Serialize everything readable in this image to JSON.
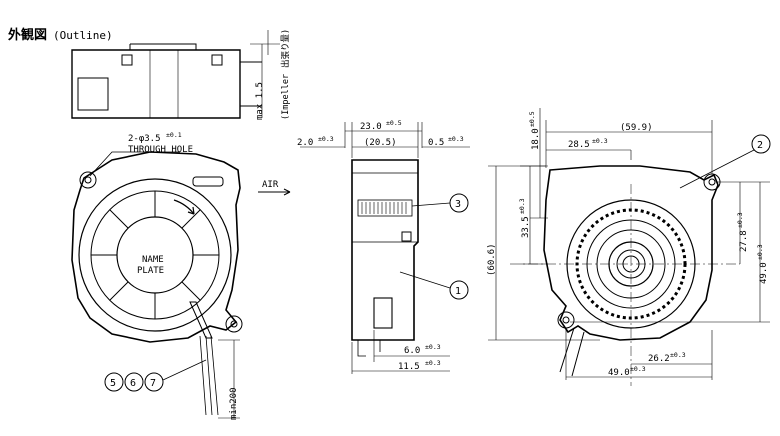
{
  "title": "外観図",
  "title_sub": "(Outline)",
  "top_view": {
    "impeller_protrusion": "max 1.5",
    "impeller_note": "(Impeller",
    "impeller_note_jp": "出張り量)"
  },
  "front_view": {
    "hole_callout": "2-φ3.5",
    "hole_tol": "±0.1",
    "hole_label": "THROUGH HOLE",
    "name_plate_line1": "NAME",
    "name_plate_line2": "PLATE",
    "air_label": "AIR",
    "lead_length": "min200",
    "balloons": [
      "5",
      "6",
      "7"
    ]
  },
  "side_view": {
    "width_total": "23.0",
    "width_total_tol": "±0.5",
    "width_inner": "(20.5)",
    "left_offset": "2.0",
    "left_offset_tol": "±0.3",
    "right_offset": "0.5",
    "right_offset_tol": "±0.3",
    "bottom_dim1": "6.0",
    "bottom_dim1_tol": "±0.3",
    "bottom_dim2": "11.5",
    "bottom_dim2_tol": "±0.3",
    "balloon_top": "3",
    "balloon_mid": "1"
  },
  "back_view": {
    "overall_width": "(59.9)",
    "hole_x": "28.5",
    "hole_x_tol": "±0.3",
    "top_offset": "18.0",
    "top_offset_tol": "±0.5",
    "left_height": "33.5",
    "left_height_tol": "±0.3",
    "overall_height": "(60.6)",
    "right_height1": "27.8",
    "right_height1_tol": "±0.3",
    "right_height2": "49.0",
    "right_height2_tol": "±0.3",
    "bottom_dim1": "26.2",
    "bottom_dim1_tol": "±0.3",
    "bottom_dim2": "49.0",
    "bottom_dim2_tol": "±0.3",
    "balloon": "2"
  }
}
